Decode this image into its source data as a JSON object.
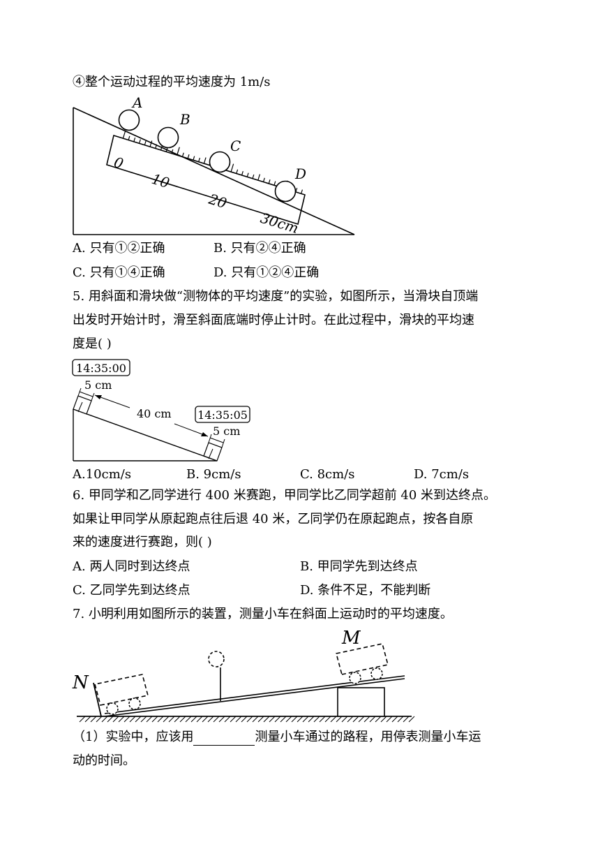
{
  "q4": {
    "statement": "④整个运动过程的平均速度为 1m/s",
    "figure": {
      "ball_labels": [
        "A",
        "B",
        "C",
        "D"
      ],
      "ruler_labels": [
        "0",
        "10",
        "20",
        "30cm"
      ]
    },
    "options": [
      "A. 只有①②正确",
      "B. 只有②④正确",
      "C. 只有①④正确",
      "D. 只有①②④正确"
    ]
  },
  "q5": {
    "lines": [
      "5. 用斜面和滑块做“测物体的平均速度”的实验，如图所示，当滑块自顶端",
      "出发时开始计时，滑至斜面底端时停止计时。在此过程中，滑块的平均速",
      "度是( )"
    ],
    "figure": {
      "time_start": "14:35:00",
      "time_end": "14:35:05",
      "block_length_top": "5 cm",
      "distance": "40 cm",
      "block_length_bottom": "5 cm"
    },
    "options": [
      "A.10cm/s",
      "B. 9cm/s",
      "C. 8cm/s",
      "D. 7cm/s"
    ]
  },
  "q6": {
    "lines": [
      "6. 甲同学和乙同学进行 400 米赛跑，甲同学比乙同学超前 40 米到达终点。",
      "如果让甲同学从原起跑点往后退 40 米，乙同学仍在原起跑点，按各自原",
      "来的速度进行赛跑，则( )"
    ],
    "options": [
      "A. 两人同时到达终点",
      "B. 甲同学先到达终点",
      "C. 乙同学先到达终点",
      "D. 条件不足，不能判断"
    ]
  },
  "q7": {
    "line": "7. 小明利用如图所示的装置，测量小车在斜面上运动时的平均速度。",
    "figure": {
      "label_n": "N",
      "label_m": "M"
    },
    "sub1_before": "（1）实验中，应该用",
    "sub1_after": "测量小车通过的路程，用停表测量小车运",
    "sub1_line2": "动的时间。"
  }
}
